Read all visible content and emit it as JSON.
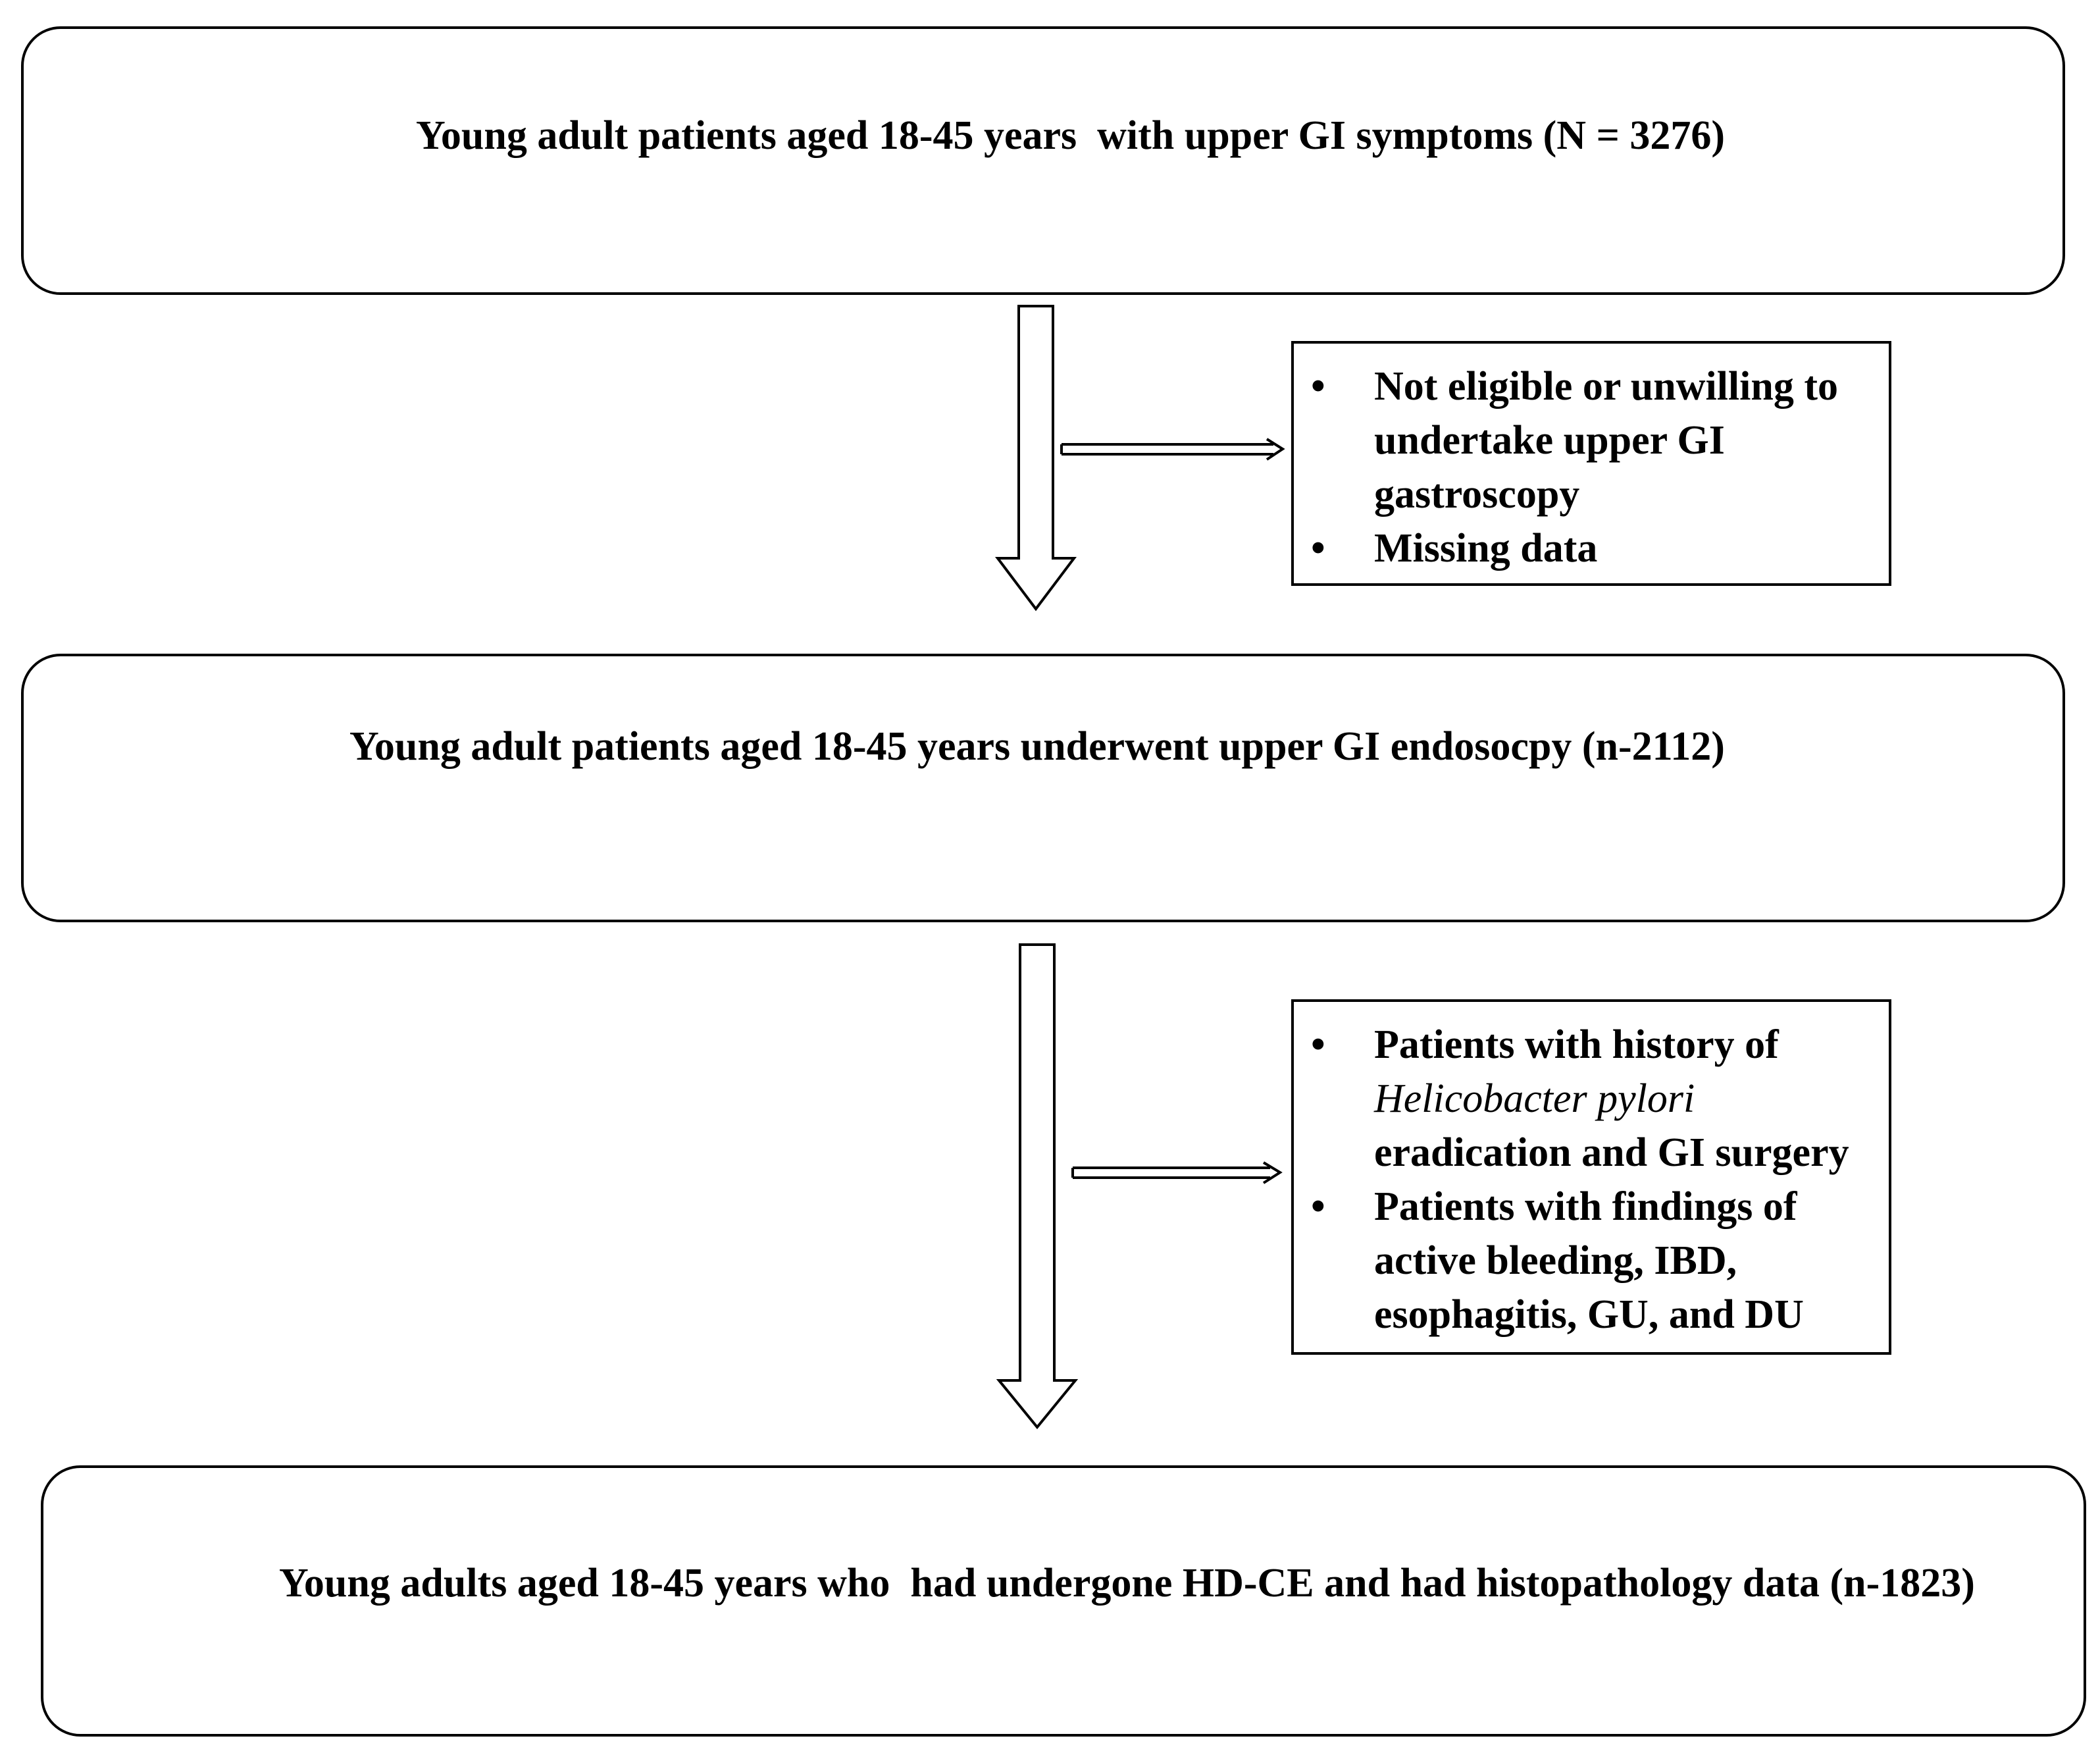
{
  "flowchart": {
    "stage1": {
      "text": "Young adult patients aged 18-45 years  with upper GI symptoms (N = 3276)"
    },
    "exclusion1": {
      "items": [
        "Not eligible or unwilling to undertake upper GI gastroscopy",
        "Missing data"
      ]
    },
    "stage2": {
      "text": "Young adult patients aged 18-45 years underwent upper GI endosocpy (n-2112)"
    },
    "exclusion2": {
      "item1_part1": "Patients with history of",
      "item1_italic": "Helicobacter pylori",
      "item1_part2": "eradication and GI surgery",
      "item2": "Patients with findings of active bleeding, IBD, esophagitis, GU, and DU"
    },
    "stage3": {
      "text": "Young adults aged 18-45 years who  had undergone HD-CE and had histopathology data (n-1823)"
    }
  }
}
